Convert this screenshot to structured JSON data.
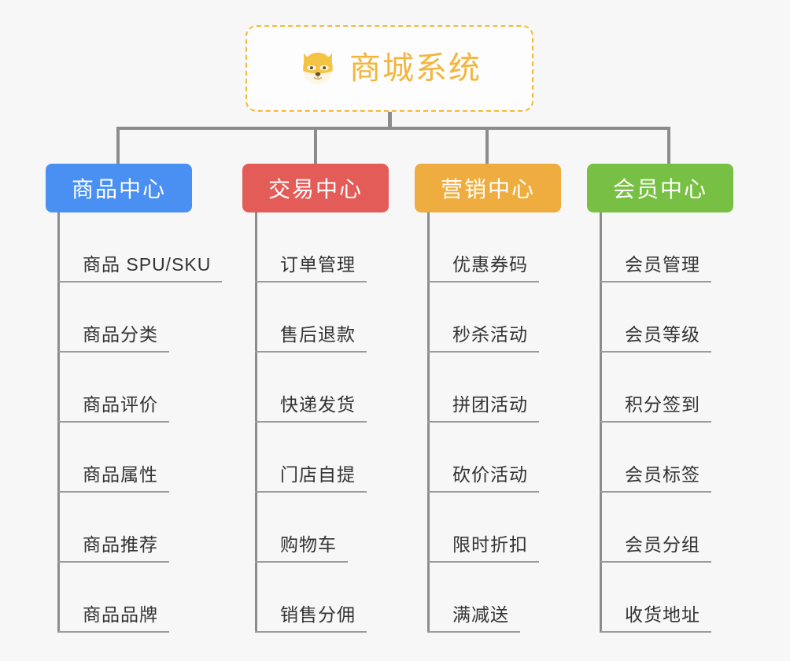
{
  "page": {
    "background_color": "#f7f7f7",
    "line_color": "#8c8c8c"
  },
  "root": {
    "title": "商城系统",
    "icon": "shiba-dog-icon",
    "text_color": "#f3b53c",
    "border_color": "#f5b938",
    "background_color": "#fdfdfd"
  },
  "columns": [
    {
      "title": "商品中心",
      "color": "#4a90f2",
      "items": [
        "商品 SPU/SKU",
        "商品分类",
        "商品评价",
        "商品属性",
        "商品推荐",
        "商品品牌"
      ]
    },
    {
      "title": "交易中心",
      "color": "#e45c58",
      "items": [
        "订单管理",
        "售后退款",
        "快递发货",
        "门店自提",
        "购物车",
        "销售分佣"
      ]
    },
    {
      "title": "营销中心",
      "color": "#eead3e",
      "items": [
        "优惠券码",
        "秒杀活动",
        "拼团活动",
        "砍价活动",
        "限时折扣",
        "满减送"
      ]
    },
    {
      "title": "会员中心",
      "color": "#78c council",
      "items": [
        "会员管理",
        "会员等级",
        "积分签到",
        "会员标签",
        "会员分组",
        "收货地址"
      ]
    }
  ]
}
